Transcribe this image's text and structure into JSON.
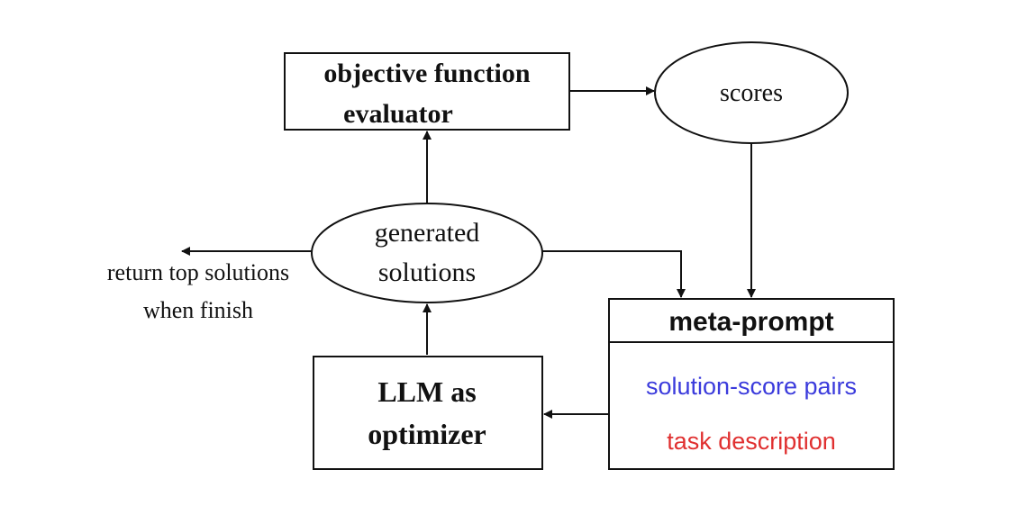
{
  "nodes": {
    "evaluator": {
      "line1": "objective function",
      "line2": "evaluator"
    },
    "scores": {
      "label": "scores"
    },
    "generated": {
      "line1": "generated",
      "line2": "solutions"
    },
    "llm": {
      "line1": "LLM as",
      "line2": "optimizer"
    },
    "meta_prompt": {
      "title": "meta-prompt",
      "pairs": "solution-score pairs",
      "task": "task description"
    }
  },
  "return_label": {
    "line1": "return top solutions",
    "line2": "when finish"
  },
  "colors": {
    "pairs": "#3b3bdc",
    "task": "#e03030",
    "ink": "#111111"
  }
}
